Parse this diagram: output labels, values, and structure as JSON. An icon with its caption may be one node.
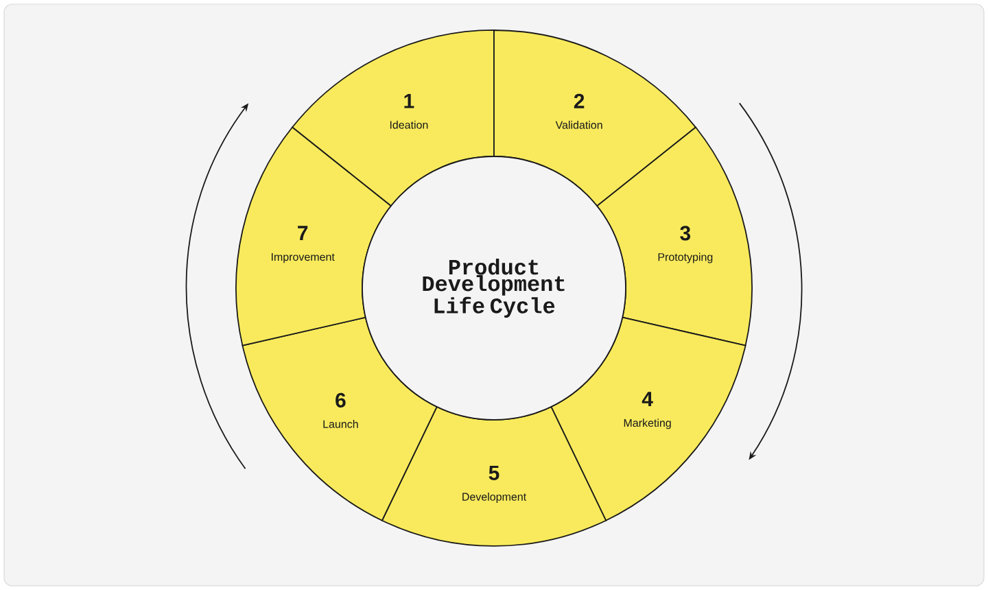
{
  "diagram": {
    "nodes": [
      {
        "text": [
          "1",
          "Ideation"
        ]
      },
      {
        "text": [
          "2",
          "Validation"
        ]
      },
      {
        "text": [
          "3",
          "Prototyping"
        ]
      },
      {
        "text": [
          "4",
          "Marketing"
        ]
      },
      {
        "text": [
          "5",
          "Development"
        ]
      },
      {
        "text": [
          "6",
          "Launch"
        ]
      },
      {
        "text": [
          "7",
          "Improvement"
        ]
      },
      {
        "text": [
          "Product Development Life Cycle"
        ]
      }
    ]
  }
}
